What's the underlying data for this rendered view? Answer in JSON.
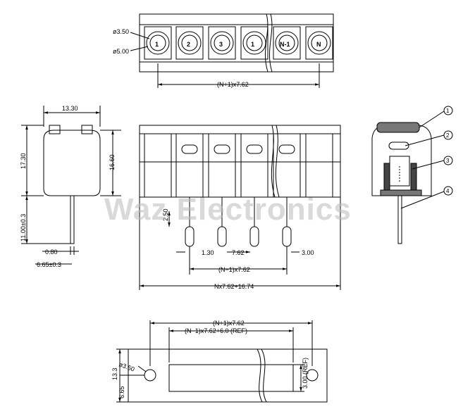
{
  "top_view": {
    "pin_labels": [
      "1",
      "2",
      "3",
      "1",
      "N-1",
      "N"
    ],
    "dim_hole_small": "ø3.50",
    "dim_hole_large": "ø5.00",
    "dim_overall": "(N+1)x7.62"
  },
  "side_view": {
    "width": "13.30",
    "height_total": "17.30",
    "height_body": "16.60",
    "pin_length": "11.00±0.3",
    "pin_thickness": "0.80",
    "pin_offset": "6.65±0.3"
  },
  "front_view": {
    "pin_drop": "2.50",
    "pin_width": "1.30",
    "pitch": "7.62",
    "end_offset": "3.00",
    "pin_span": "(N−1)x7.62",
    "overall_length": "Nx7.62+16.74"
  },
  "section_view": {
    "callouts": [
      "1",
      "2",
      "3",
      "4"
    ]
  },
  "footprint": {
    "overall": "(N+1)x7.62",
    "slot_length": "(N−1)x7.62+6.0  (REF)",
    "slot_width": "3.00 (REF)",
    "hole_dia": "ø3.50",
    "height": "13.3",
    "hole_offset": "6.65"
  },
  "watermark": "Waz Electronics"
}
